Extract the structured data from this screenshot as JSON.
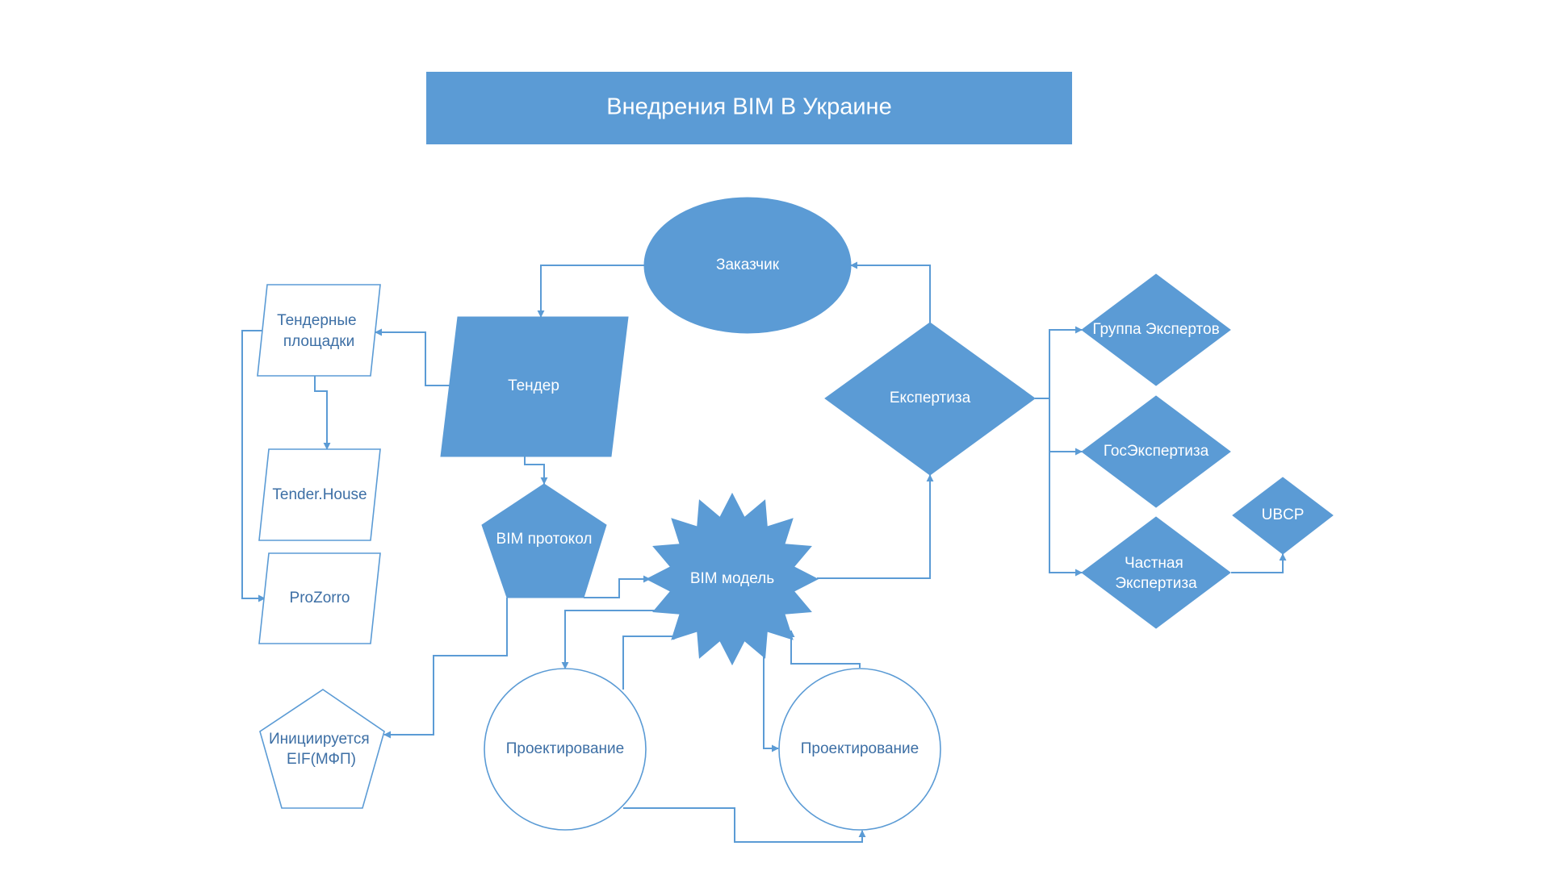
{
  "title": "Внедрения BIM В Украине",
  "colors": {
    "accent": "#5b9bd5",
    "text_on_fill": "#ffffff",
    "outline_text": "#3d6fa5",
    "background": "#ffffff"
  },
  "nodes": {
    "customer": "Заказчик",
    "tender": "Тендер",
    "tender_platforms": [
      "Тендерные",
      "площадки"
    ],
    "tender_house": "Tender.House",
    "prozorro": "ProZorro",
    "bim_protocol": "BIM протокол",
    "bim_model": "BIM модель",
    "initiated": [
      "Инициируется",
      "EIF(МФП)"
    ],
    "design_left": "Проектирование",
    "design_right": "Проектирование",
    "expertise": "Експертиза",
    "expert_group": "Группа Экспертов",
    "state_expertise": "ГосЭкспертиза",
    "private_expertise": [
      "Частная",
      "Экспертиза"
    ],
    "ubcp": "UBCP"
  }
}
